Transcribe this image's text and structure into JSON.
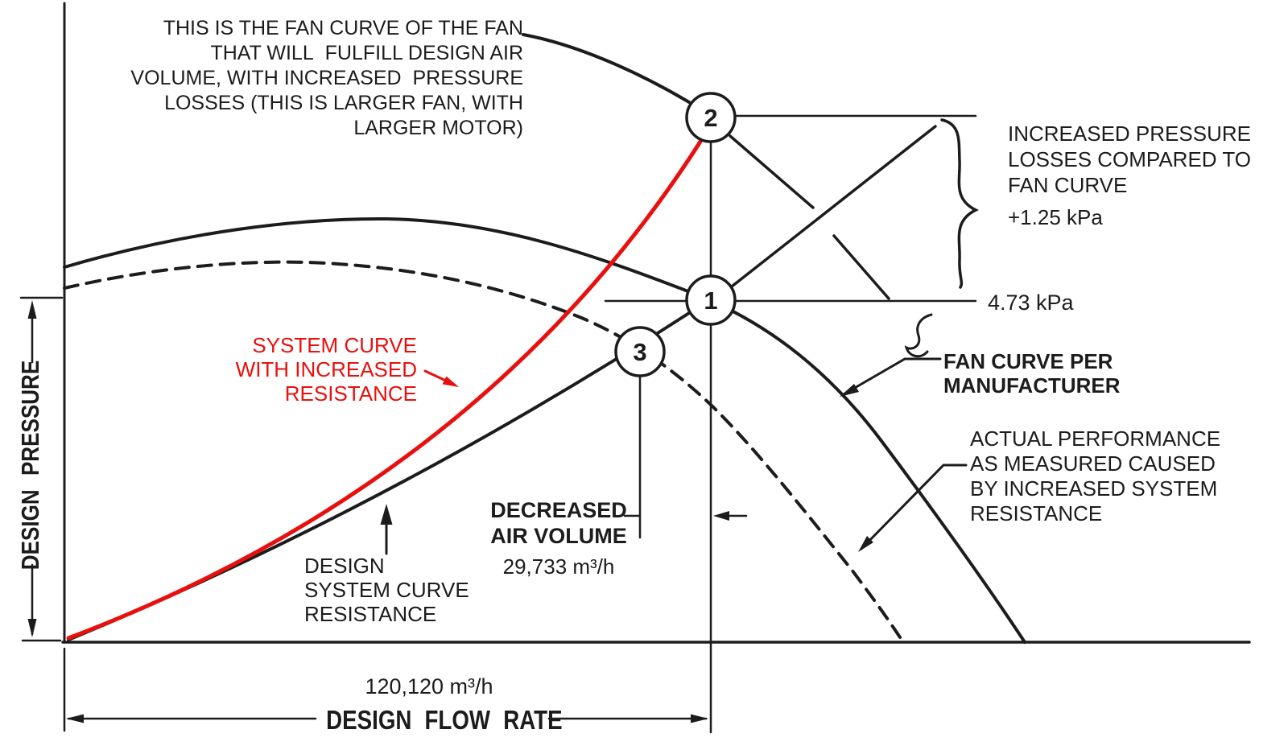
{
  "colors": {
    "ink": "#1c1c1c",
    "red": "#e8100e"
  },
  "axes": {
    "y_label": "DESIGN PRESSURE",
    "x_label": "DESIGN FLOW RATE",
    "flow_value": "120,120 m³/h"
  },
  "points": {
    "p1": "1",
    "p2": "2",
    "p3": "3"
  },
  "labels": {
    "top_note": {
      "lines": [
        "THIS IS THE FAN CURVE OF THE FAN",
        "THAT WILL  FULFILL DESIGN AIR",
        "VOLUME, WITH INCREASED  PRESSURE",
        "LOSSES (THIS IS LARGER FAN, WITH",
        "LARGER MOTOR)"
      ]
    },
    "increased_losses": {
      "lines": [
        "INCREASED PRESSURE",
        "LOSSES COMPARED TO",
        "FAN CURVE"
      ],
      "value": "+1.25 kPa"
    },
    "design_pressure_value": "4.73 kPa",
    "fan_curve": {
      "lines": [
        "FAN CURVE PER",
        "MANUFACTURER"
      ]
    },
    "actual_performance": {
      "lines": [
        "ACTUAL PERFORMANCE",
        "AS MEASURED CAUSED",
        "BY INCREASED SYSTEM",
        "RESISTANCE"
      ]
    },
    "system_curve_increased": {
      "lines": [
        "SYSTEM CURVE",
        "WITH INCREASED",
        "RESISTANCE"
      ]
    },
    "design_system_curve": {
      "lines": [
        "DESIGN",
        "SYSTEM CURVE",
        "RESISTANCE"
      ]
    },
    "decreased_air_volume": {
      "lines": [
        "DECREASED",
        "AIR VOLUME"
      ],
      "value": "29,733 m³/h"
    }
  },
  "chart_data": {
    "type": "line",
    "title": "Fan curve vs system curve diagram",
    "xlabel": "DESIGN FLOW RATE",
    "ylabel": "DESIGN PRESSURE",
    "grid": false,
    "axes_numeric": false,
    "annotations": {
      "design_flow": "120,120 m³/h",
      "design_pressure": "4.73 kPa",
      "increased_pressure_loss": "+1.25 kPa",
      "decreased_air_volume": "29,733 m³/h"
    },
    "series": [
      {
        "name": "FAN CURVE PER MANUFACTURER",
        "style": "solid",
        "color": "#1c1c1c",
        "shape": "arc from left axis, peak then falling to x-axis, passes point 1"
      },
      {
        "name": "FAN CURVE OF LARGER FAN (FULFILLS DESIGN AIR VOLUME WITH INCREASED PRESSURE LOSSES)",
        "style": "solid",
        "color": "#1c1c1c",
        "shape": "falls from upper left through point 2"
      },
      {
        "name": "ACTUAL PERFORMANCE AS MEASURED CAUSED BY INCREASED SYSTEM RESISTANCE",
        "style": "dashed",
        "color": "#1c1c1c",
        "shape": "arc below manufacturer curve, passes point 3"
      },
      {
        "name": "DESIGN SYSTEM CURVE RESISTANCE",
        "style": "solid",
        "color": "#1c1c1c",
        "shape": "rising from origin through point 3 to point 1"
      },
      {
        "name": "SYSTEM CURVE WITH INCREASED RESISTANCE",
        "style": "solid",
        "color": "#e8100e",
        "shape": "rising from origin to point 2"
      }
    ],
    "marked_points": [
      "1",
      "2",
      "3"
    ]
  }
}
